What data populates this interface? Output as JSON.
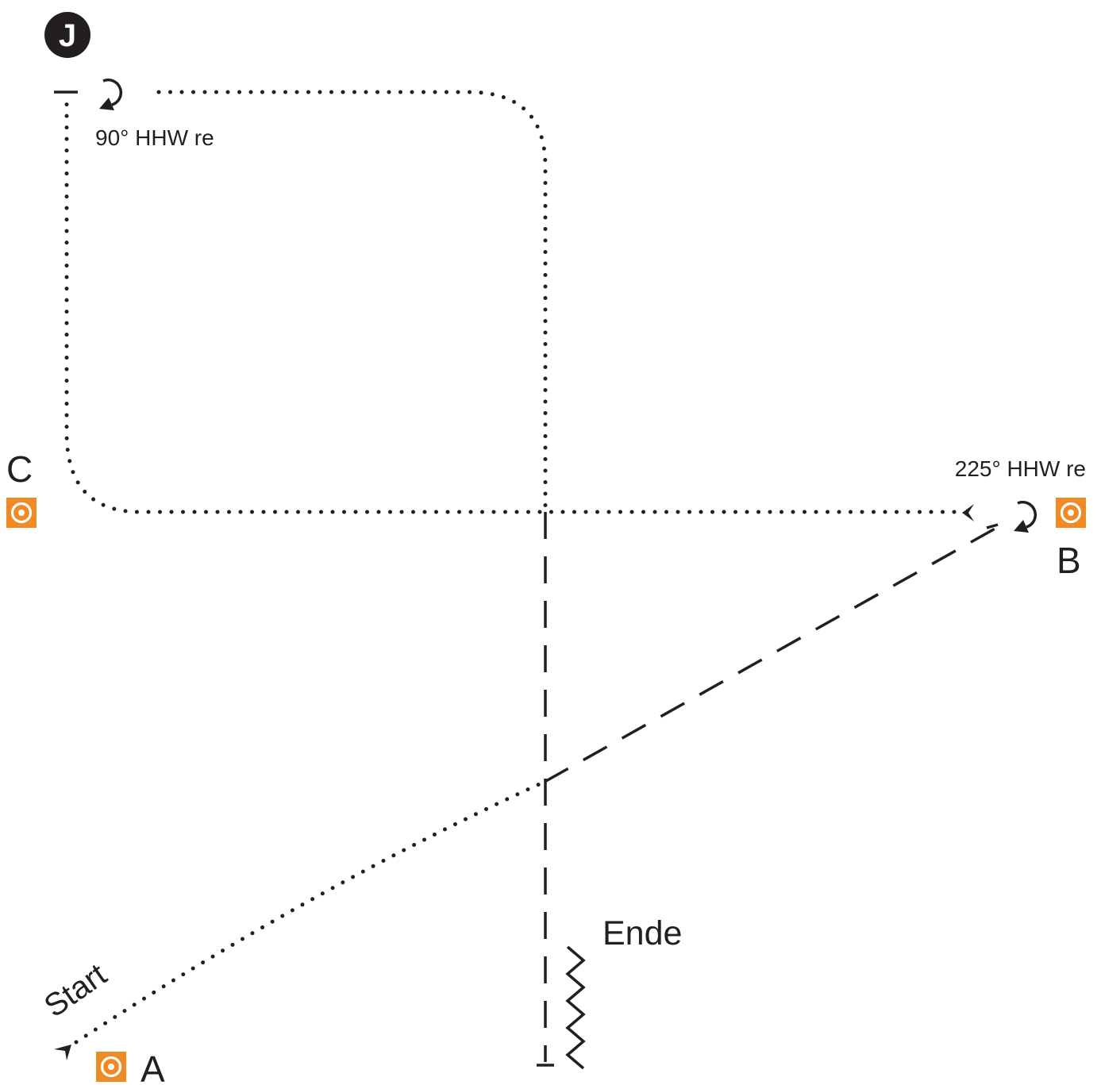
{
  "badge": {
    "letter": "J",
    "color": "#231f20"
  },
  "cones": {
    "color": "#f08a24",
    "a": {
      "label": "A",
      "icon": "cone-target-icon"
    },
    "b": {
      "label": "B",
      "icon": "cone-target-icon"
    },
    "c": {
      "label": "C",
      "icon": "cone-target-icon"
    }
  },
  "annotations": {
    "turn_top": "90° HHW re",
    "turn_b": "225° HHW re",
    "start": "Start",
    "end": "Ende"
  },
  "line_styles": [
    "dotted",
    "dashed",
    "zigzag"
  ],
  "ink_color": "#231f20"
}
